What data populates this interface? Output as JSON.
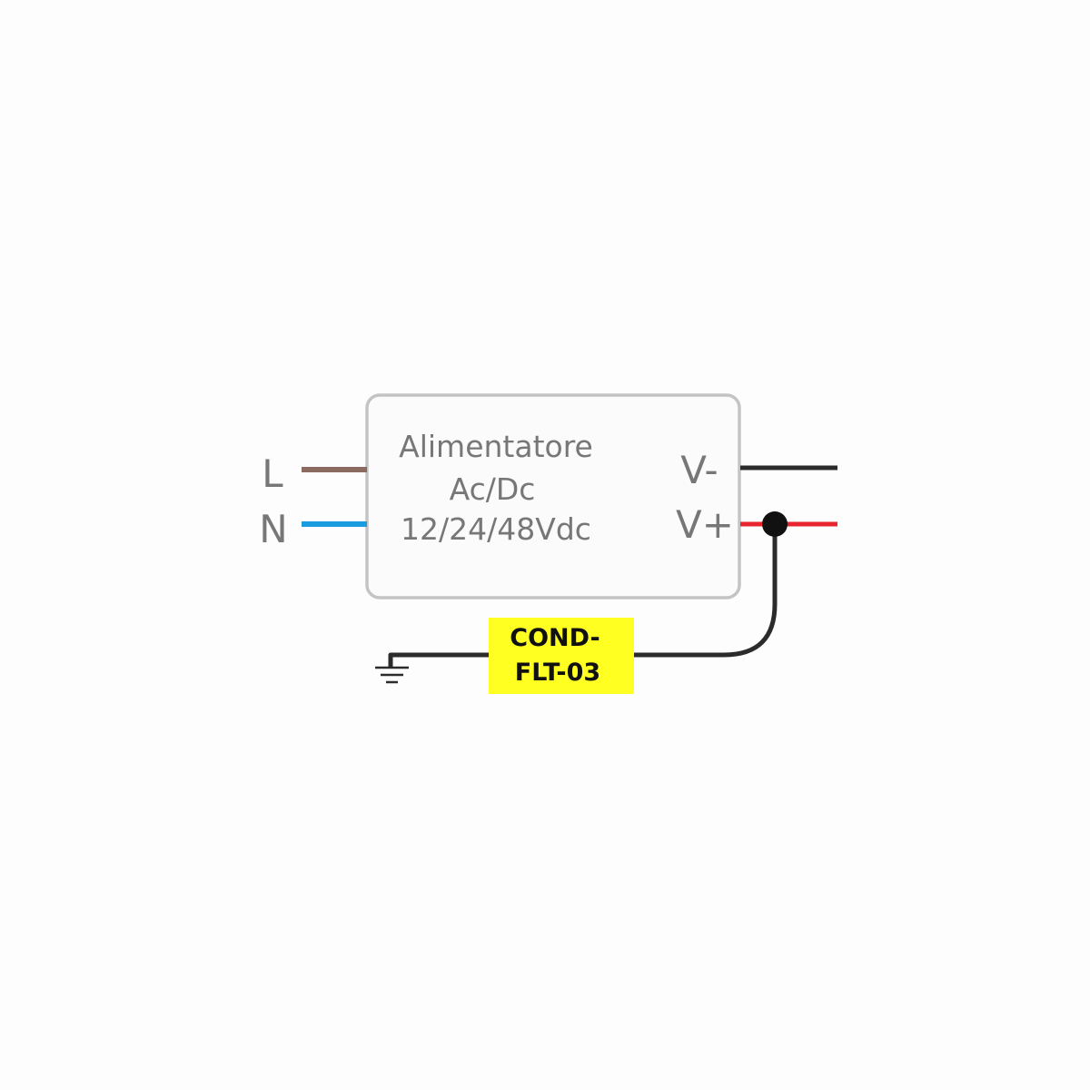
{
  "power_supply": {
    "title_line1": "Alimentatore",
    "title_line2": "Ac/Dc",
    "title_line3": "12/24/48Vdc"
  },
  "inputs": {
    "line": {
      "label": "L",
      "wire_color": "#8b6a60"
    },
    "neutral": {
      "label": "N",
      "wire_color": "#1b9be0"
    }
  },
  "outputs": {
    "negative": {
      "label": "V-",
      "wire_color": "#2b2b2b"
    },
    "positive": {
      "label": "V+",
      "wire_color": "#e8252e"
    }
  },
  "capacitor": {
    "label_line1": "COND-",
    "label_line2": "FLT-03",
    "fill_color": "#ffff22"
  },
  "ground": {
    "icon": "ground-icon"
  },
  "colors": {
    "box_border": "#c4c4c4",
    "box_fill": "#fbfbfb",
    "label_text": "#777777",
    "ground_wire": "#2b2b2b"
  }
}
